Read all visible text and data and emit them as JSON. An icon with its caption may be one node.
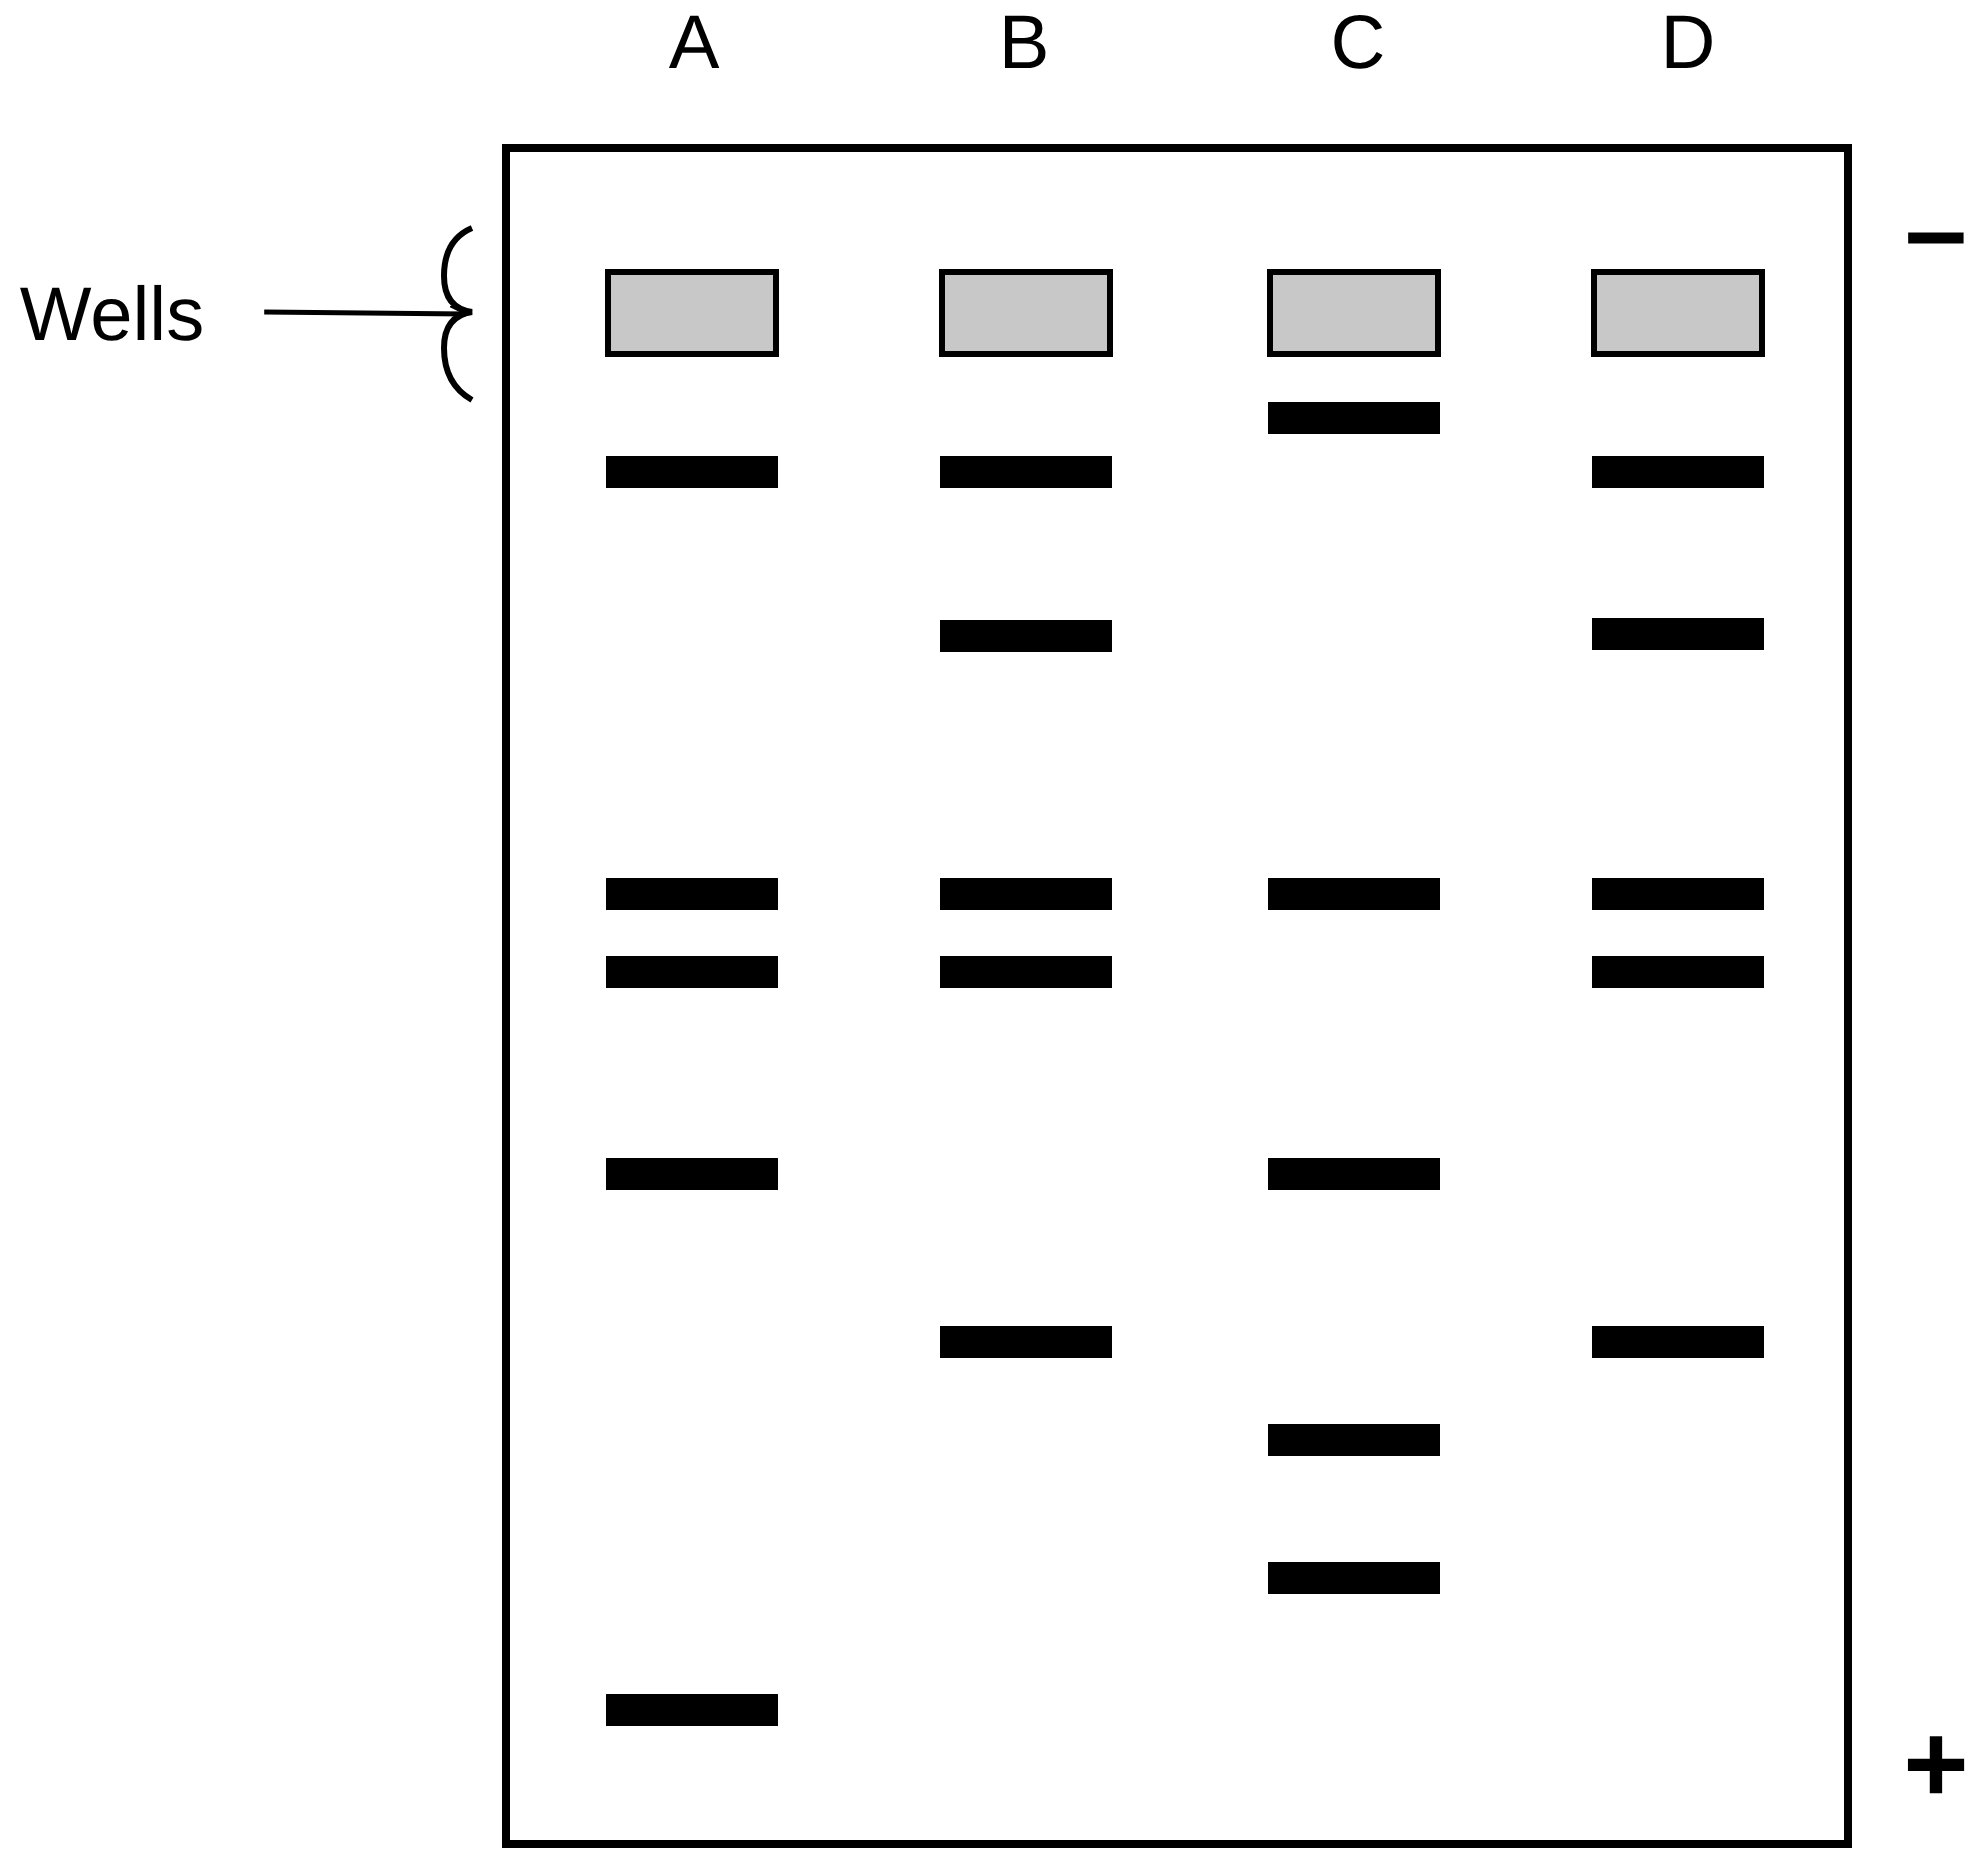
{
  "diagram": {
    "nodes": [
      {
        "text": [
          "Wells"
        ]
      },
      {
        "text": [],
        "shape": "brace"
      }
    ],
    "edges": [
      {
        "from": 0,
        "to": 1,
        "arrow": "to"
      }
    ],
    "labels": [
      "A",
      "B",
      "C",
      "D",
      "–",
      "+"
    ]
  }
}
